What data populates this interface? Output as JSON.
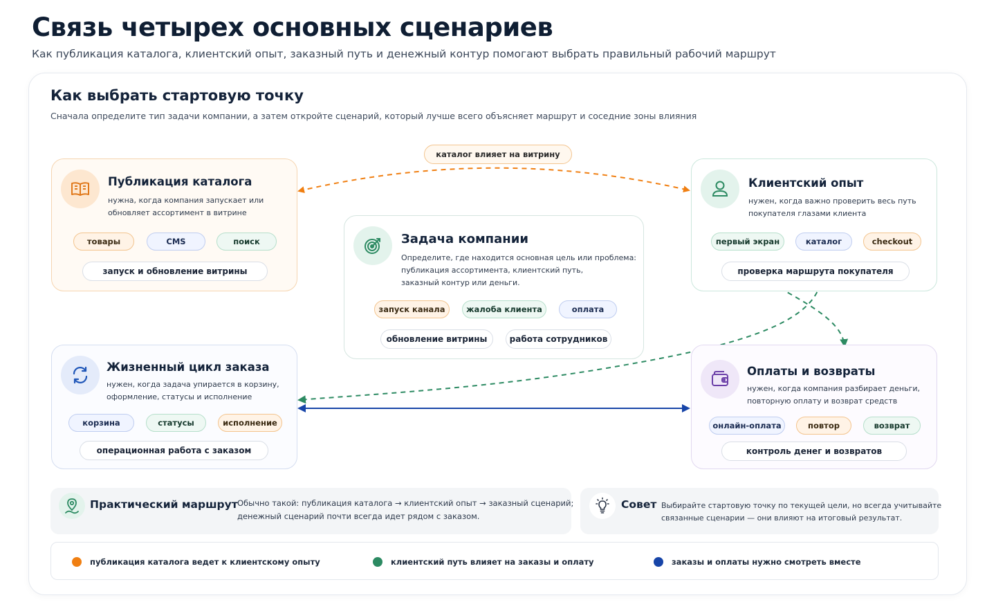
{
  "page": {
    "title": "Связь четырех основных сценариев",
    "subtitle": "Как публикация каталога, клиентский опыт, заказный путь и денежный контур помогают выбрать правильный рабочий маршрут"
  },
  "panel": {
    "title": "Как выбрать стартовую точку",
    "subtitle": "Сначала определите тип задачи компании, а затем откройте сценарий, который лучше всего объясняет маршрут и соседние зоны влияния"
  },
  "edge_label": "каталог влияет на витрину",
  "colors": {
    "orange": "#f07f12",
    "green": "#2c8a62",
    "blue": "#1745a8"
  },
  "cards": {
    "catalog": {
      "icon": "open-book-icon",
      "title": "Публикация каталога",
      "desc1": "нужна, когда компания запускает или",
      "desc2": "обновляет ассортимент в витрине",
      "tags": [
        "товары",
        "CMS",
        "поиск"
      ],
      "footer": "запуск и обновление витрины"
    },
    "customer": {
      "icon": "user-icon",
      "title": "Клиентский опыт",
      "desc1": "нужен, когда важно проверить весь путь",
      "desc2": "покупателя глазами клиента",
      "tags": [
        "первый экран",
        "каталог",
        "checkout"
      ],
      "footer": "проверка маршрута покупателя"
    },
    "center": {
      "icon": "target-icon",
      "title": "Задача компании",
      "desc1": "Определите, где находится основная цель или проблема:",
      "desc2": "публикация ассортимента, клиентский путь,",
      "desc3": "заказный контур или деньги.",
      "tags": [
        "запуск канала",
        "жалоба клиента",
        "оплата"
      ],
      "tags2": [
        "обновление витрины",
        "работа сотрудников"
      ]
    },
    "order": {
      "icon": "refresh-cycle-icon",
      "title": "Жизненный цикл заказа",
      "desc1": "нужен, когда задача упирается в корзину,",
      "desc2": "оформление, статусы и исполнение",
      "tags": [
        "корзина",
        "статусы",
        "исполнение"
      ],
      "footer": "операционная работа с заказом"
    },
    "payments": {
      "icon": "wallet-icon",
      "title": "Оплаты и возвраты",
      "desc1": "нужен, когда компания разбирает деньги,",
      "desc2": "повторную оплату и возврат средств",
      "tags": [
        "онлайн-оплата",
        "повтор",
        "возврат"
      ],
      "footer": "контроль денег и возвратов"
    }
  },
  "route": {
    "icon": "map-pin-route-icon",
    "title": "Практический маршрут",
    "text1": "Обычно такой: публикация каталога → клиентский опыт → заказный сценарий;",
    "text2": "денежный сценарий почти всегда идет рядом с заказом."
  },
  "tip": {
    "icon": "lightbulb-icon",
    "title": "Совет",
    "text1": "Выбирайте стартовую точку по текущей цели, но всегда учитывайте",
    "text2": "связанные сценарии — они влияют на итоговый результат."
  },
  "legend": [
    {
      "label": "публикация каталога ведет к клиентскому опыту",
      "color": "#f07f12"
    },
    {
      "label": "клиентский путь влияет на заказы и оплату",
      "color": "#2c8a62"
    },
    {
      "label": "заказы и оплаты нужно смотреть вместе",
      "color": "#1745a8"
    }
  ]
}
